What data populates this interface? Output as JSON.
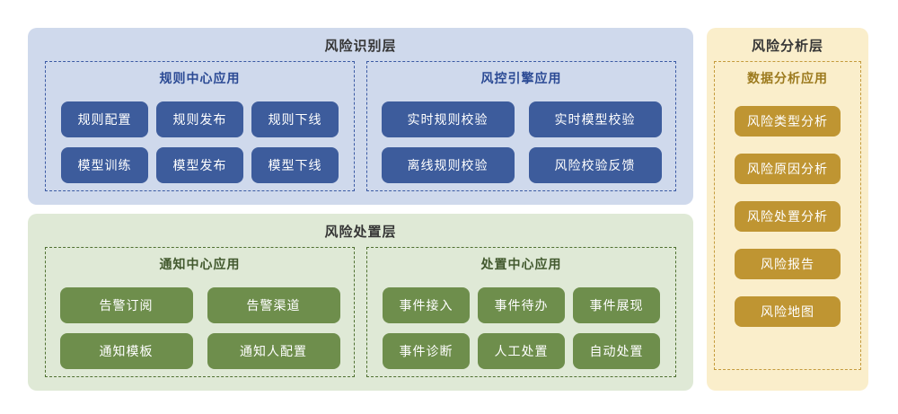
{
  "layers": {
    "identification": {
      "title": "风险识别层",
      "groups": [
        {
          "title": "规则中心应用",
          "buttons": [
            "规则配置",
            "规则发布",
            "规则下线",
            "模型训练",
            "模型发布",
            "模型下线"
          ]
        },
        {
          "title": "风控引擎应用",
          "buttons": [
            "实时规则校验",
            "实时模型校验",
            "离线规则校验",
            "风险校验反馈"
          ]
        }
      ]
    },
    "disposal": {
      "title": "风险处置层",
      "groups": [
        {
          "title": "通知中心应用",
          "buttons": [
            "告警订阅",
            "告警渠道",
            "通知模板",
            "通知人配置"
          ]
        },
        {
          "title": "处置中心应用",
          "buttons": [
            "事件接入",
            "事件待办",
            "事件展现",
            "事件诊断",
            "人工处置",
            "自动处置"
          ]
        }
      ]
    },
    "analysis": {
      "title": "风险分析层",
      "groups": [
        {
          "title": "数据分析应用",
          "buttons": [
            "风险类型分析",
            "风险原因分析",
            "风险处置分析",
            "风险报告",
            "风险地图"
          ]
        }
      ]
    }
  },
  "colors": {
    "identification_bg": "#cfd9ec",
    "identification_node": "#3d5c9c",
    "identification_title": "#2b4a94",
    "disposal_bg": "#dfe9d6",
    "disposal_node": "#6e8e4c",
    "disposal_title": "#42592e",
    "analysis_bg": "#faeecb",
    "analysis_node": "#bf9532",
    "analysis_title": "#9c7a1e",
    "layer_title_text": "#363636",
    "node_text": "#ffffff"
  }
}
